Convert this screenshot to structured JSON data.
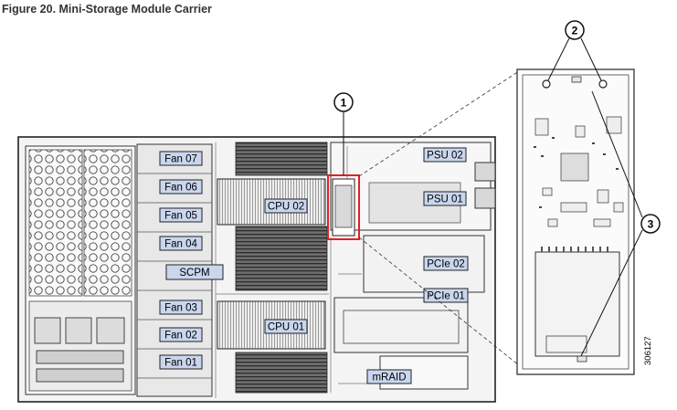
{
  "figure": {
    "title": "Figure 20. Mini-Storage Module Carrier",
    "image_id": "306127"
  },
  "fans": [
    "Fan 07",
    "Fan 06",
    "Fan 05",
    "Fan 04",
    "Fan 03",
    "Fan 02",
    "Fan 01"
  ],
  "components": {
    "scpm": "SCPM",
    "cpu2": "CPU 02",
    "cpu1": "CPU 01",
    "psu2": "PSU 02",
    "psu1": "PSU 01",
    "pcie2": "PCIe 02",
    "pcie1": "PCIe 01",
    "mraid": "mRAID"
  },
  "callouts": [
    "1",
    "2",
    "3"
  ],
  "colors": {
    "label_fill": "#c9d6ee",
    "highlight": "#e0202a",
    "line": "#222222"
  }
}
